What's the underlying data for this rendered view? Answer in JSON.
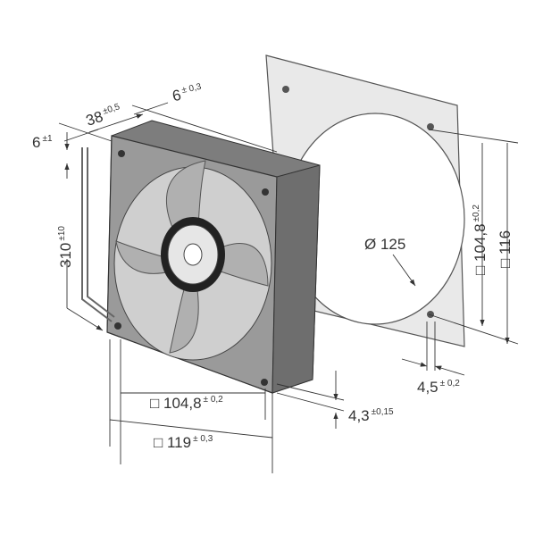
{
  "title": "Axial fan dimension drawing",
  "dimensions": {
    "depth": {
      "value": "38",
      "tol": "±0,5"
    },
    "flange": {
      "value": "6",
      "tol": "± 0,3"
    },
    "lead_offset": {
      "value": "6",
      "tol": "±1"
    },
    "lead_length": {
      "value": "310",
      "tol": "±10"
    },
    "hole_diameter": {
      "value": "Ø 125"
    },
    "hole_spacing_right": {
      "value": "□ 104,8",
      "tol": "±0,2"
    },
    "gasket_size": {
      "value": "□ 116"
    },
    "mount_hole": {
      "value": "4,5",
      "tol": "± 0,2"
    },
    "mount_depth": {
      "value": "4,3",
      "tol": "±0,15"
    },
    "hole_spacing_bottom": {
      "value": "□ 104,8",
      "tol": "± 0,2"
    },
    "frame_size": {
      "value": "□ 119",
      "tol": "± 0,3"
    }
  },
  "colors": {
    "frame": "#8a8a8a",
    "blade": "#b5b5b5",
    "gasket": "#e8e8e8",
    "line": "#333333"
  }
}
